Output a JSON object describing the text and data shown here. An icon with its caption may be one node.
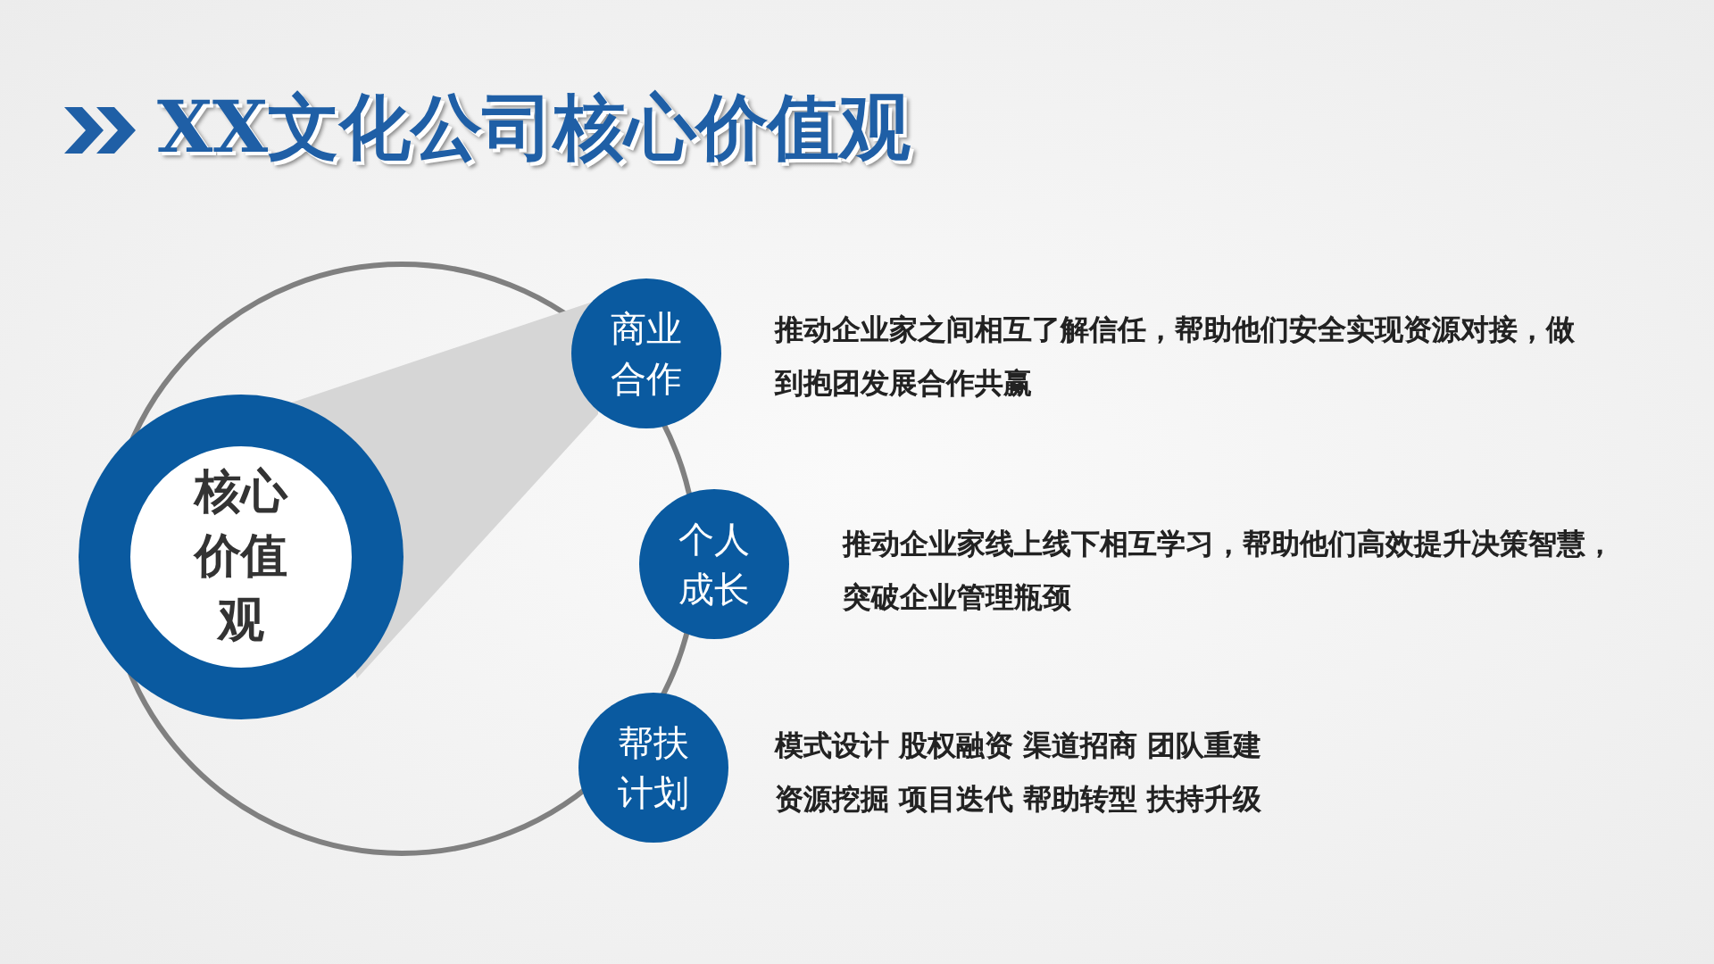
{
  "diagram": {
    "title": "XX文化公司核心价值观",
    "nodes": [
      {
        "text": [
          "核心价值观"
        ]
      },
      {
        "text": [
          "商业合作"
        ],
        "beside": [
          "推动企业家之间相互了解信任，帮助他们安全实现资源对接，做到抱团发展合作共赢"
        ]
      },
      {
        "text": [
          "个人成长"
        ],
        "beside": [
          "推动企业家线上线下相互学习，帮助他们高效提升决策智慧，突破企业管理瓶颈"
        ]
      },
      {
        "text": [
          "帮扶计划"
        ],
        "beside": [
          "模式设计 股权融资 渠道招商 团队重建",
          "资源挖掘 项目迭代 帮助转型 扶持升级"
        ]
      }
    ]
  }
}
